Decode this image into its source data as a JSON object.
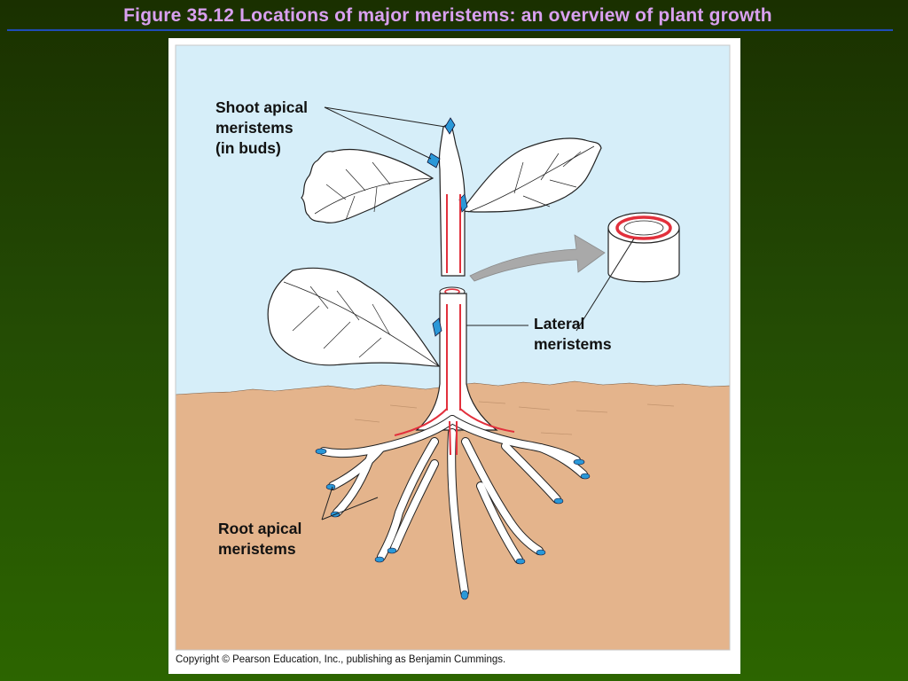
{
  "slide": {
    "title": "Figure 35.12  Locations of major meristems: an overview of plant growth"
  },
  "figure": {
    "labels": {
      "shoot_apical": "Shoot apical\nmeristems\n(in buds)",
      "lateral": "Lateral\nmeristems",
      "root_apical": "Root apical\nmeristems"
    },
    "copyright": "Copyright © Pearson Education, Inc., publishing as Benjamin Cummings.",
    "colors": {
      "sky": "#d6eef9",
      "soil": "#e4b48c",
      "meristem_blue": "#2a98d8",
      "vascular_red": "#e2303c",
      "arrow_gray": "#a9a9a9",
      "title_text": "#d9a0f0",
      "title_rule": "#1f4cb8"
    }
  }
}
